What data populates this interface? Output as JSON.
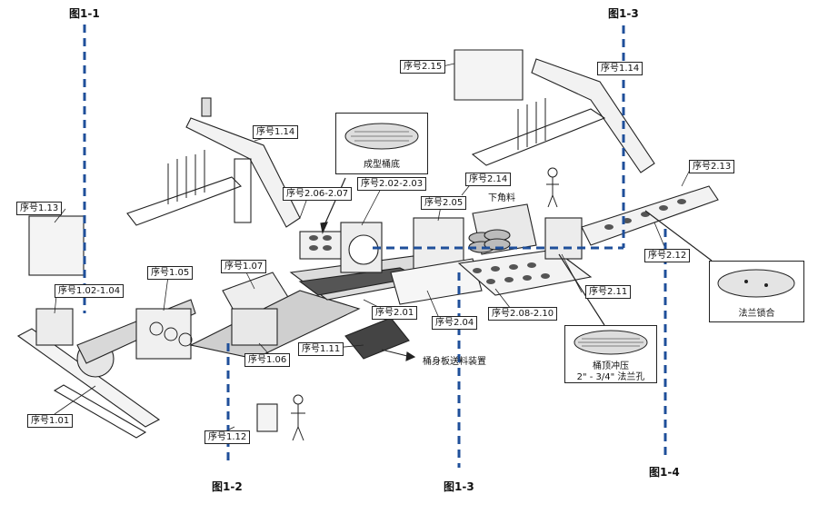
{
  "figure_labels": {
    "fig_1_1": "图1-1",
    "fig_1_2": "图1-2",
    "fig_1_3_top": "图1-3",
    "fig_1_3_bottom": "图1-3",
    "fig_1_4": "图1-4"
  },
  "sequence_labels": {
    "s_1_01": "序号1.01",
    "s_1_02_04": "序号1.02-1.04",
    "s_1_05": "序号1.05",
    "s_1_06": "序号1.06",
    "s_1_07": "序号1.07",
    "s_1_11": "序号1.11",
    "s_1_12": "序号1.12",
    "s_1_13": "序号1.13",
    "s_1_14_left": "序号1.14",
    "s_1_14_right": "序号1.14",
    "s_2_01": "序号2.01",
    "s_2_02_03": "序号2.02-2.03",
    "s_2_04": "序号2.04",
    "s_2_05": "序号2.05",
    "s_2_06_07": "序号2.06-2.07",
    "s_2_08_10": "序号2.08-2.10",
    "s_2_11": "序号2.11",
    "s_2_12": "序号2.12",
    "s_2_13": "序号2.13",
    "s_2_14": "序号2.14",
    "s_2_15": "序号2.15"
  },
  "captions": {
    "formed_bottom": "成型桶底",
    "corner_blank": "下角料",
    "body_sheet_feeder": "桶身板送料装置",
    "flange_seaming": "法兰锁合",
    "top_punch_line1": "桶顶冲压",
    "top_punch_line2": "2\" - 3/4\" 法兰孔"
  },
  "colors": {
    "divider_dashed": "#1f4f9a",
    "line_art": "#222222"
  }
}
